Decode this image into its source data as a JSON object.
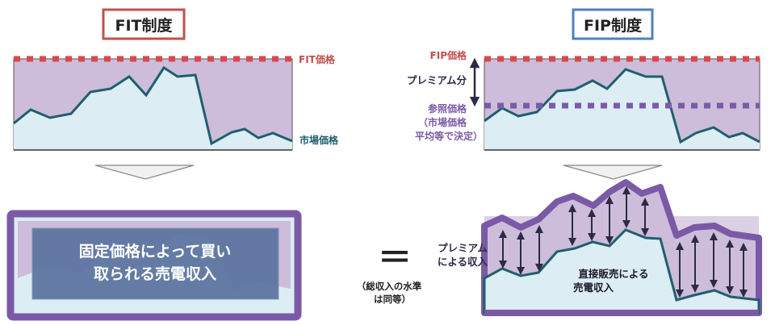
{
  "fit": {
    "title": "FIT制度",
    "price_label": "FIT価格",
    "market_label": "市場価格",
    "result_line1": "固定価格によって買い",
    "result_line2": "取られる売電収入"
  },
  "fip": {
    "title": "FIP制度",
    "price_label": "FIP価格",
    "premium_label": "プレミアム分",
    "ref_line1": "参照価格",
    "ref_line2": "（市場価格",
    "ref_line3": "平均等で決定）",
    "premium_income_line1": "プレミアム",
    "premium_income_line2": "による収入",
    "direct_line1": "直接販売による",
    "direct_line2": "売電収入"
  },
  "middle": {
    "equals": "＝",
    "note_line1": "（総収入の水準",
    "note_line2": "は同等）"
  },
  "colors": {
    "fit_title_border": "#c0504d",
    "fip_title_border": "#4f81bd",
    "fit_price_line": "#d9484a",
    "ref_price_line": "#7b5ba8",
    "market_fill": "#dcedf3",
    "market_stroke": "#1f5f6e",
    "premium_fill": "#cdbcda",
    "frame_purple": "#7a5aa6",
    "result_box": "#5b74a0",
    "arrow_dark": "#2d2a45"
  }
}
